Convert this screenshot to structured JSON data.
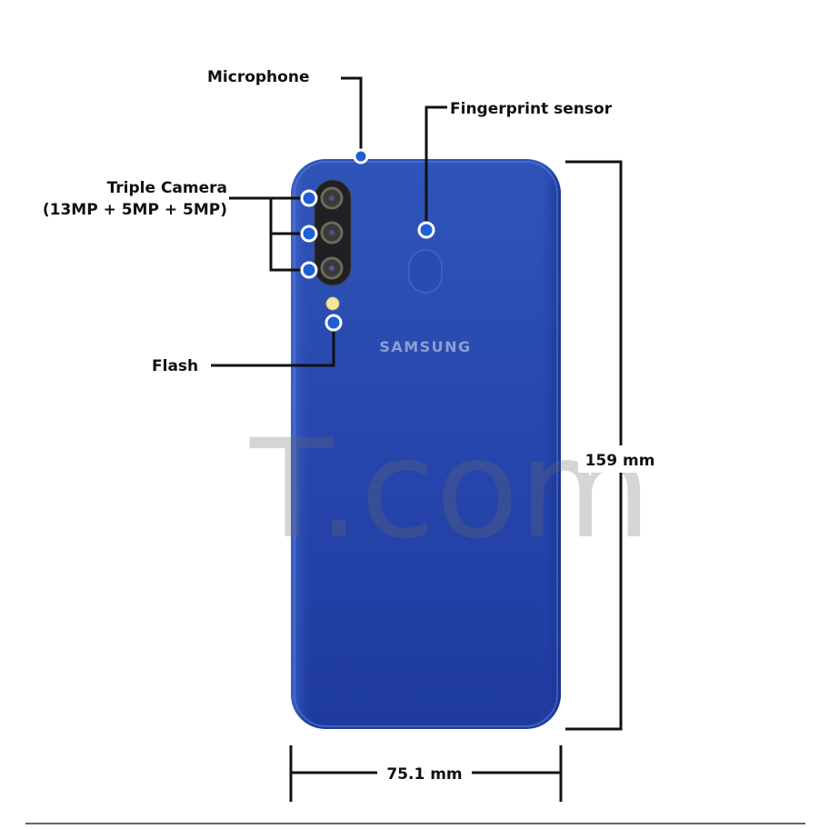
{
  "diagram": {
    "labels": {
      "microphone": "Microphone",
      "fingerprint": "Fingerprint sensor",
      "camera_line1": "Triple Camera",
      "camera_line2": "(13MP + 5MP + 5MP)",
      "flash": "Flash"
    },
    "dimensions": {
      "height": "159 mm",
      "width": "75.1 mm"
    },
    "brand": "SAMSUNG",
    "watermark": "T.com",
    "colors": {
      "phone_top": "#2f55b8",
      "phone_bottom": "#1e3a9e",
      "marker": "#1f5fd6"
    }
  }
}
